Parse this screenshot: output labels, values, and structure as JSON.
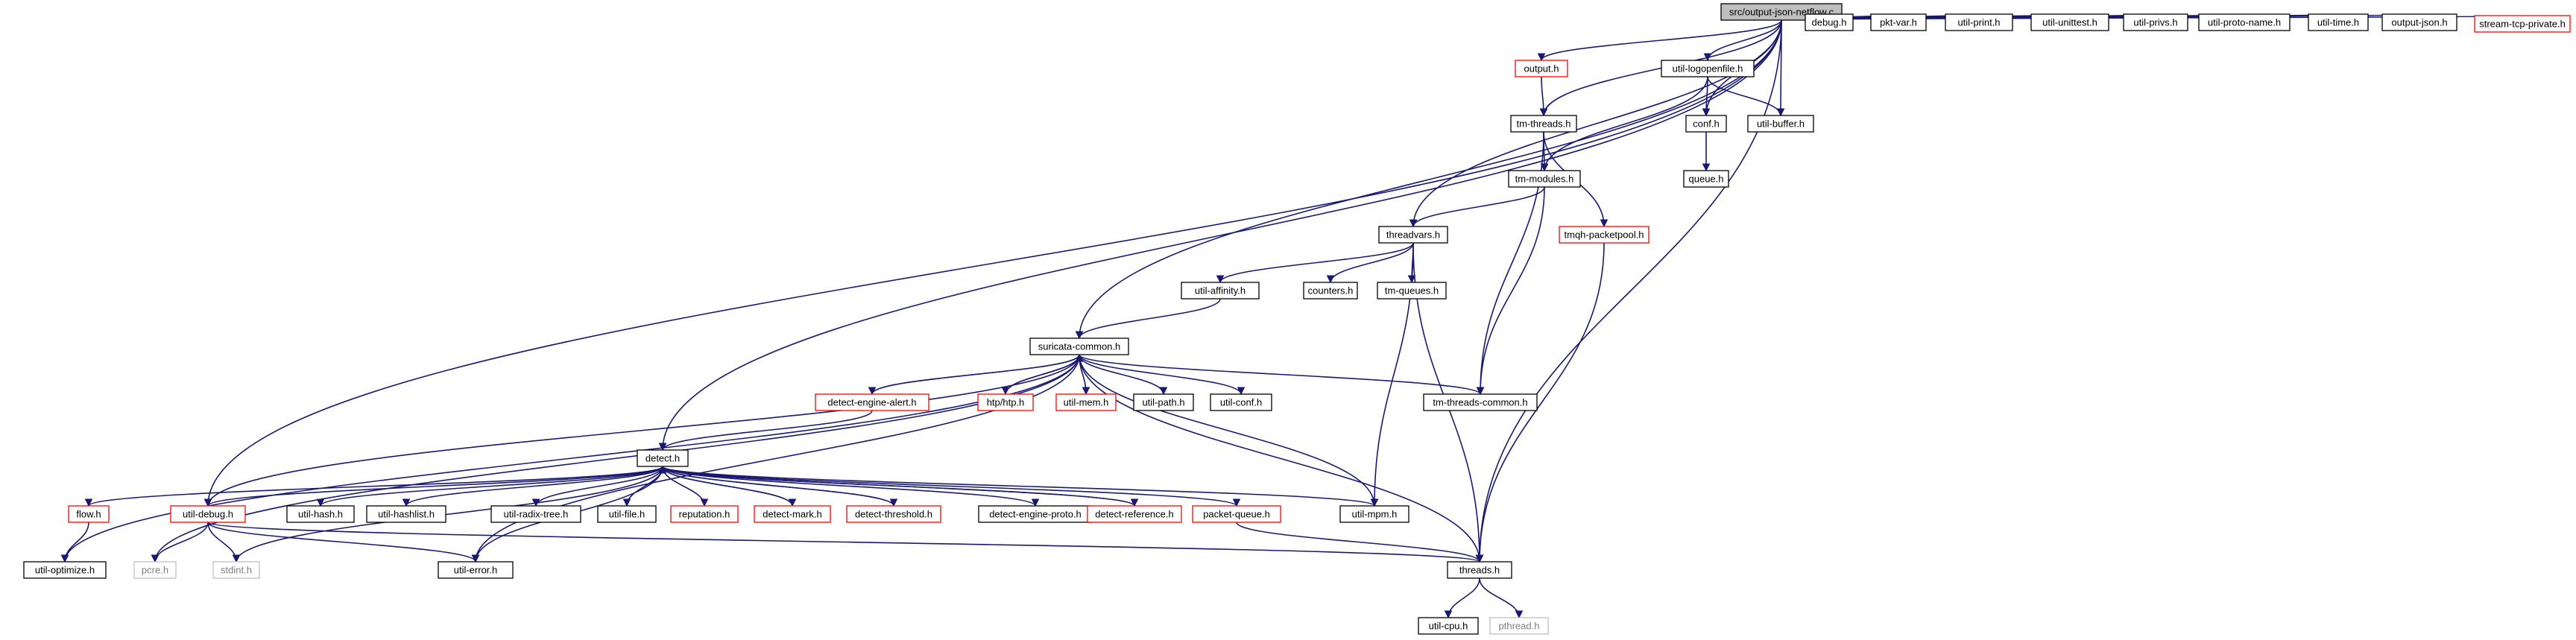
{
  "graph": {
    "title": "src/output-json-netflow.c",
    "colors": {
      "edge": "#191970",
      "box_black": "#000000",
      "box_red": "#ff0000",
      "box_gray": "#bfbfbf",
      "root_fill": "#bfbfbf"
    },
    "nodes": [
      {
        "id": "root",
        "label": "src/output-json-netflow.c",
        "style": "root"
      },
      {
        "id": "output_h",
        "label": "output.h",
        "style": "red"
      },
      {
        "id": "util_logopenfile",
        "label": "util-logopenfile.h",
        "style": "black"
      },
      {
        "id": "debug_h",
        "label": "debug.h",
        "style": "black"
      },
      {
        "id": "pkt_var",
        "label": "pkt-var.h",
        "style": "black"
      },
      {
        "id": "util_print",
        "label": "util-print.h",
        "style": "black"
      },
      {
        "id": "util_unittest",
        "label": "util-unittest.h",
        "style": "black"
      },
      {
        "id": "util_privs",
        "label": "util-privs.h",
        "style": "black"
      },
      {
        "id": "util_proto_name",
        "label": "util-proto-name.h",
        "style": "black"
      },
      {
        "id": "util_time",
        "label": "util-time.h",
        "style": "black"
      },
      {
        "id": "output_json",
        "label": "output-json.h",
        "style": "black"
      },
      {
        "id": "stream_tcp_private",
        "label": "stream-tcp-private.h",
        "style": "red"
      },
      {
        "id": "tm_threads",
        "label": "tm-threads.h",
        "style": "black"
      },
      {
        "id": "conf_h",
        "label": "conf.h",
        "style": "black"
      },
      {
        "id": "util_buffer",
        "label": "util-buffer.h",
        "style": "black"
      },
      {
        "id": "queue_h",
        "label": "queue.h",
        "style": "black"
      },
      {
        "id": "tm_modules",
        "label": "tm-modules.h",
        "style": "black"
      },
      {
        "id": "tmqh_packetpool",
        "label": "tmqh-packetpool.h",
        "style": "red"
      },
      {
        "id": "threadvars",
        "label": "threadvars.h",
        "style": "black"
      },
      {
        "id": "util_affinity",
        "label": "util-affinity.h",
        "style": "black"
      },
      {
        "id": "counters",
        "label": "counters.h",
        "style": "black"
      },
      {
        "id": "tm_queues",
        "label": "tm-queues.h",
        "style": "black"
      },
      {
        "id": "suricata_common",
        "label": "suricata-common.h",
        "style": "black"
      },
      {
        "id": "detect_engine_alert",
        "label": "detect-engine-alert.h",
        "style": "red"
      },
      {
        "id": "htp_htp",
        "label": "htp/htp.h",
        "style": "red"
      },
      {
        "id": "util_mem",
        "label": "util-mem.h",
        "style": "red"
      },
      {
        "id": "util_path",
        "label": "util-path.h",
        "style": "black"
      },
      {
        "id": "util_conf",
        "label": "util-conf.h",
        "style": "black"
      },
      {
        "id": "tm_threads_common",
        "label": "tm-threads-common.h",
        "style": "black"
      },
      {
        "id": "detect_h",
        "label": "detect.h",
        "style": "black"
      },
      {
        "id": "flow_h",
        "label": "flow.h",
        "style": "red"
      },
      {
        "id": "util_debug",
        "label": "util-debug.h",
        "style": "red"
      },
      {
        "id": "util_hash",
        "label": "util-hash.h",
        "style": "black"
      },
      {
        "id": "util_hashlist",
        "label": "util-hashlist.h",
        "style": "black"
      },
      {
        "id": "util_radix_tree",
        "label": "util-radix-tree.h",
        "style": "black"
      },
      {
        "id": "util_file",
        "label": "util-file.h",
        "style": "black"
      },
      {
        "id": "reputation",
        "label": "reputation.h",
        "style": "red"
      },
      {
        "id": "detect_mark",
        "label": "detect-mark.h",
        "style": "red"
      },
      {
        "id": "detect_threshold",
        "label": "detect-threshold.h",
        "style": "red"
      },
      {
        "id": "detect_engine_proto",
        "label": "detect-engine-proto.h",
        "style": "black"
      },
      {
        "id": "detect_reference",
        "label": "detect-reference.h",
        "style": "red"
      },
      {
        "id": "packet_queue",
        "label": "packet-queue.h",
        "style": "red"
      },
      {
        "id": "util_mpm",
        "label": "util-mpm.h",
        "style": "black"
      },
      {
        "id": "util_optimize",
        "label": "util-optimize.h",
        "style": "black"
      },
      {
        "id": "pcre_h",
        "label": "pcre.h",
        "style": "gray"
      },
      {
        "id": "stdint_h",
        "label": "stdint.h",
        "style": "gray"
      },
      {
        "id": "util_error",
        "label": "util-error.h",
        "style": "black"
      },
      {
        "id": "threads_h",
        "label": "threads.h",
        "style": "black"
      },
      {
        "id": "util_cpu",
        "label": "util-cpu.h",
        "style": "black"
      },
      {
        "id": "pthread_h",
        "label": "pthread.h",
        "style": "gray"
      }
    ],
    "edges": [
      [
        "root",
        "output_h"
      ],
      [
        "root",
        "util_logopenfile"
      ],
      [
        "root",
        "debug_h"
      ],
      [
        "root",
        "pkt_var"
      ],
      [
        "root",
        "util_print"
      ],
      [
        "root",
        "util_unittest"
      ],
      [
        "root",
        "util_privs"
      ],
      [
        "root",
        "util_proto_name"
      ],
      [
        "root",
        "util_time"
      ],
      [
        "root",
        "output_json"
      ],
      [
        "root",
        "stream_tcp_private"
      ],
      [
        "root",
        "tm_threads"
      ],
      [
        "root",
        "conf_h"
      ],
      [
        "root",
        "util_buffer"
      ],
      [
        "root",
        "threadvars"
      ],
      [
        "root",
        "suricata_common"
      ],
      [
        "root",
        "detect_h"
      ],
      [
        "root",
        "util_debug"
      ],
      [
        "root",
        "threads_h"
      ],
      [
        "output_h",
        "tm_threads"
      ],
      [
        "util_logopenfile",
        "conf_h"
      ],
      [
        "util_logopenfile",
        "util_buffer"
      ],
      [
        "util_logopenfile",
        "tm_modules"
      ],
      [
        "conf_h",
        "queue_h"
      ],
      [
        "tm_threads",
        "tm_modules"
      ],
      [
        "tm_threads",
        "tmqh_packetpool"
      ],
      [
        "tm_threads",
        "tm_threads_common"
      ],
      [
        "tm_modules",
        "threadvars"
      ],
      [
        "tm_modules",
        "tm_threads_common"
      ],
      [
        "tmqh_packetpool",
        "threads_h"
      ],
      [
        "threadvars",
        "util_affinity"
      ],
      [
        "threadvars",
        "counters"
      ],
      [
        "threadvars",
        "tm_queues"
      ],
      [
        "threadvars",
        "util_mpm"
      ],
      [
        "threadvars",
        "threads_h"
      ],
      [
        "util_affinity",
        "suricata_common"
      ],
      [
        "suricata_common",
        "detect_engine_alert"
      ],
      [
        "suricata_common",
        "htp_htp"
      ],
      [
        "suricata_common",
        "util_mem"
      ],
      [
        "suricata_common",
        "util_path"
      ],
      [
        "suricata_common",
        "util_conf"
      ],
      [
        "suricata_common",
        "tm_threads_common"
      ],
      [
        "suricata_common",
        "util_debug"
      ],
      [
        "suricata_common",
        "util_optimize"
      ],
      [
        "suricata_common",
        "pcre_h"
      ],
      [
        "suricata_common",
        "threads_h"
      ],
      [
        "suricata_common",
        "util_error"
      ],
      [
        "detect_engine_alert",
        "suricata_common"
      ],
      [
        "detect_engine_alert",
        "detect_h"
      ],
      [
        "htp_htp",
        "suricata_common"
      ],
      [
        "util_mpm",
        "suricata_common"
      ],
      [
        "detect_h",
        "flow_h"
      ],
      [
        "detect_h",
        "util_debug"
      ],
      [
        "detect_h",
        "util_hash"
      ],
      [
        "detect_h",
        "util_hashlist"
      ],
      [
        "detect_h",
        "util_radix_tree"
      ],
      [
        "detect_h",
        "util_file"
      ],
      [
        "detect_h",
        "reputation"
      ],
      [
        "detect_h",
        "detect_mark"
      ],
      [
        "detect_h",
        "detect_threshold"
      ],
      [
        "detect_h",
        "detect_engine_proto"
      ],
      [
        "detect_h",
        "detect_reference"
      ],
      [
        "detect_h",
        "packet_queue"
      ],
      [
        "detect_h",
        "util_mpm"
      ],
      [
        "detect_h",
        "util_error"
      ],
      [
        "detect_h",
        "stdint_h"
      ],
      [
        "detect_mark",
        "detect_h"
      ],
      [
        "detect_threshold",
        "detect_h"
      ],
      [
        "detect_reference",
        "detect_h"
      ],
      [
        "flow_h",
        "util_optimize"
      ],
      [
        "util_debug",
        "pcre_h"
      ],
      [
        "util_debug",
        "stdint_h"
      ],
      [
        "util_debug",
        "util_error"
      ],
      [
        "util_debug",
        "threads_h"
      ],
      [
        "packet_queue",
        "threads_h"
      ],
      [
        "threads_h",
        "util_cpu"
      ],
      [
        "threads_h",
        "pthread_h"
      ]
    ]
  }
}
